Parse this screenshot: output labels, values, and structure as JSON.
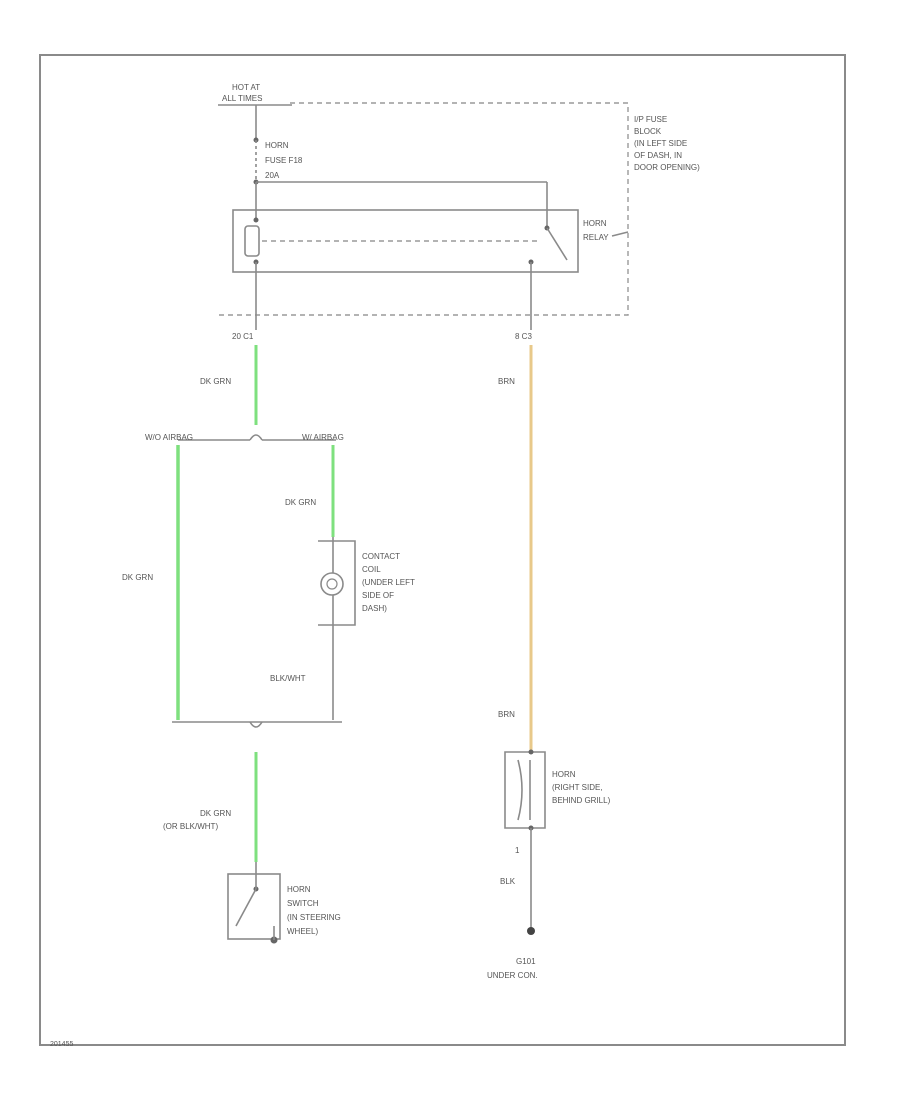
{
  "diagram": {
    "colors": {
      "frame": "#8a8a8a",
      "dk_grn_wire": "#7ee07e",
      "brn_wire": "#e8c98a",
      "text": "#555555"
    },
    "power_source": {
      "line1": "HOT AT",
      "line2": "ALL TIMES"
    },
    "fuse": {
      "line1": "HORN",
      "line2": "FUSE F18",
      "line3": "20A"
    },
    "fuse_block": {
      "line1": "I/P FUSE",
      "line2": "BLOCK",
      "line3": "(IN LEFT SIDE",
      "line4": "OF DASH, IN",
      "line5": "DOOR OPENING)"
    },
    "relay": {
      "line1": "HORN",
      "line2": "RELAY"
    },
    "connectors": {
      "c1": "20   C1",
      "c3": "8   C3",
      "left_splice": "W/O AIRBAG",
      "right_splice": "W/ AIRBAG",
      "horn_pin": "1"
    },
    "wires": {
      "dk_grn_1": "DK GRN",
      "dk_grn_2": "DK GRN",
      "dk_grn_3": "DK GRN",
      "dk_grn_bottom_1": "DK GRN",
      "dk_grn_bottom_2": "(OR BLK/WHT)",
      "blk_wht": "BLK/WHT",
      "brn_top": "BRN",
      "brn_bottom": "BRN",
      "blk": "BLK"
    },
    "contact_coil": {
      "line1": "CONTACT",
      "line2": "COIL",
      "line3": "(UNDER LEFT",
      "line4": "SIDE OF",
      "line5": "DASH)"
    },
    "horn": {
      "line1": "HORN",
      "line2": "(RIGHT SIDE,",
      "line3": "BEHIND GRILL)"
    },
    "horn_switch": {
      "line1": "HORN",
      "line2": "SWITCH",
      "line3": "(IN STEERING",
      "line4": "WHEEL)"
    },
    "ground": {
      "line1": "G101",
      "line2": "UNDER CON."
    },
    "figure_id": "201455"
  }
}
